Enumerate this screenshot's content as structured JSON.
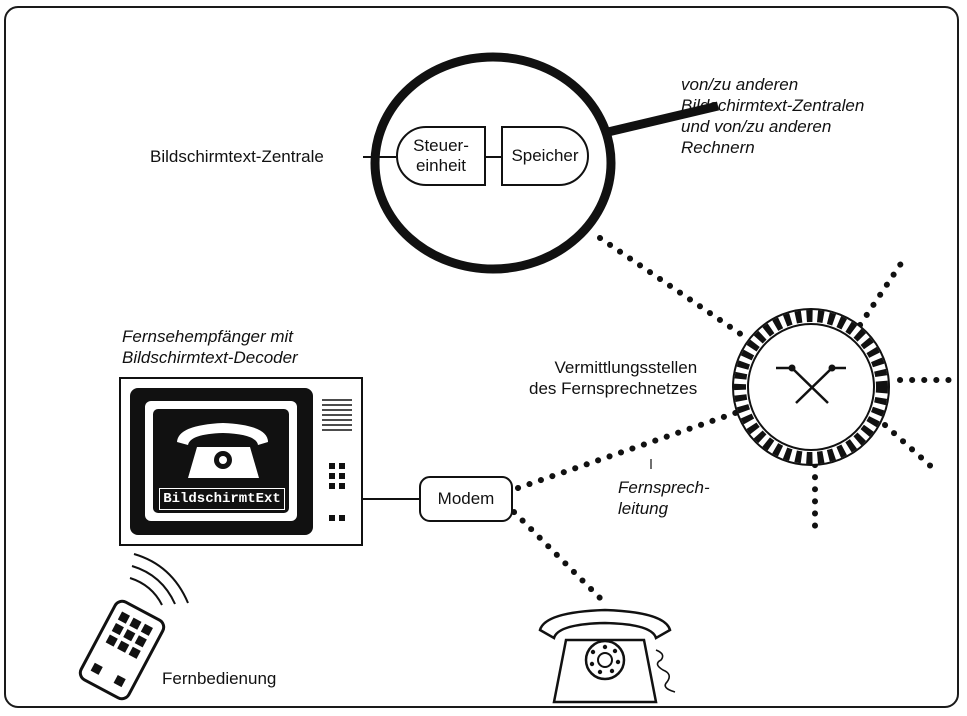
{
  "labels": {
    "zentrale": "Bildschirmtext-Zentrale",
    "steuereinheit": "Steuer-\neinheit",
    "speicher": "Speicher",
    "andere_zentralen": "von/zu anderen\nBildschirmtext-Zentralen\nund von/zu anderen\nRechnern",
    "fernseh": "Fernsehempfänger mit\nBildschirmtext-Decoder",
    "bildschirmtext_logo": "BildschirmtExt",
    "vermittlung": "Vermittlungsstellen\ndes Fernsprechnetzes",
    "modem": "Modem",
    "leitung": "Fernsprech-\nleitung",
    "fernbedienung": "Fernbedienung"
  },
  "colors": {
    "ink": "#111111",
    "background": "#ffffff"
  }
}
